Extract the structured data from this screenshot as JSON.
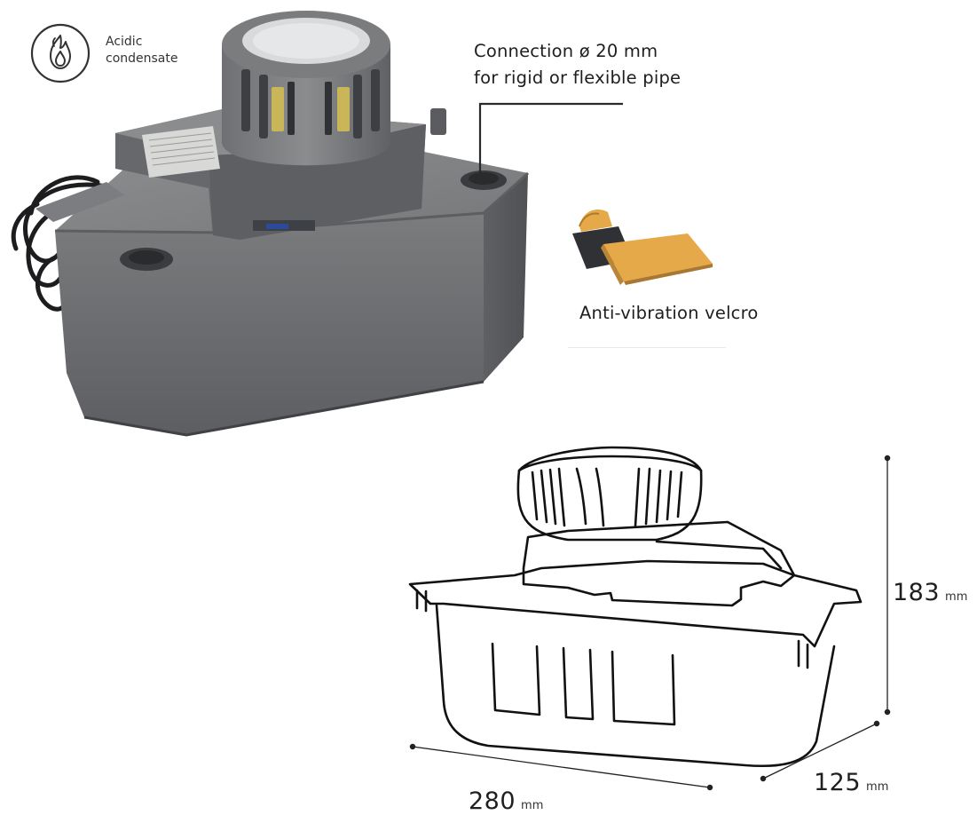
{
  "badge": {
    "icon": "flame-icon",
    "line1": "Acidic",
    "line2": "condensate"
  },
  "connection": {
    "line1": "Connection ø 20 mm",
    "line2": "for rigid or flexible pipe"
  },
  "velcro": {
    "caption": "Anti-vibration velcro"
  },
  "dimensions": {
    "height": {
      "value": "183",
      "unit": "mm"
    },
    "depth": {
      "value": "125",
      "unit": "mm"
    },
    "width": {
      "value": "280",
      "unit": "mm"
    }
  },
  "colors": {
    "pump_body": "#6f7173",
    "pump_dark": "#55585b",
    "velcro_orange": "#e5a94a",
    "velcro_black": "#2f3134",
    "line_art": "#111111"
  }
}
